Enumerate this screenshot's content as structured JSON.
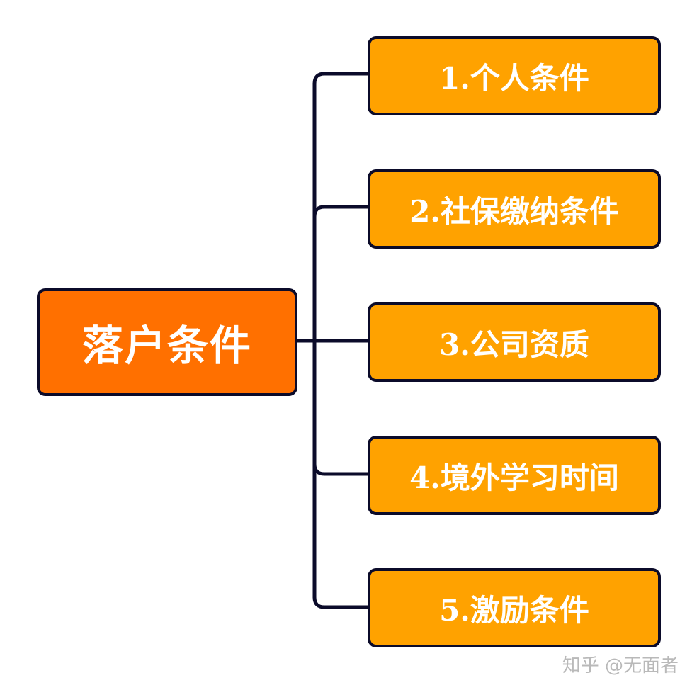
{
  "root": {
    "label": "落户条件"
  },
  "children": [
    {
      "label": "1.个人条件"
    },
    {
      "label": "2.社保缴纳条件"
    },
    {
      "label": "3.公司资质"
    },
    {
      "label": "4.境外学习时间"
    },
    {
      "label": "5.激励条件"
    }
  ],
  "watermark": "知乎 @无面者",
  "colors": {
    "root_fill": "#ff7000",
    "child_fill": "#ffa200",
    "border": "#0b0b2a",
    "connector": "#0b0b2a",
    "text": "#ffffff"
  }
}
